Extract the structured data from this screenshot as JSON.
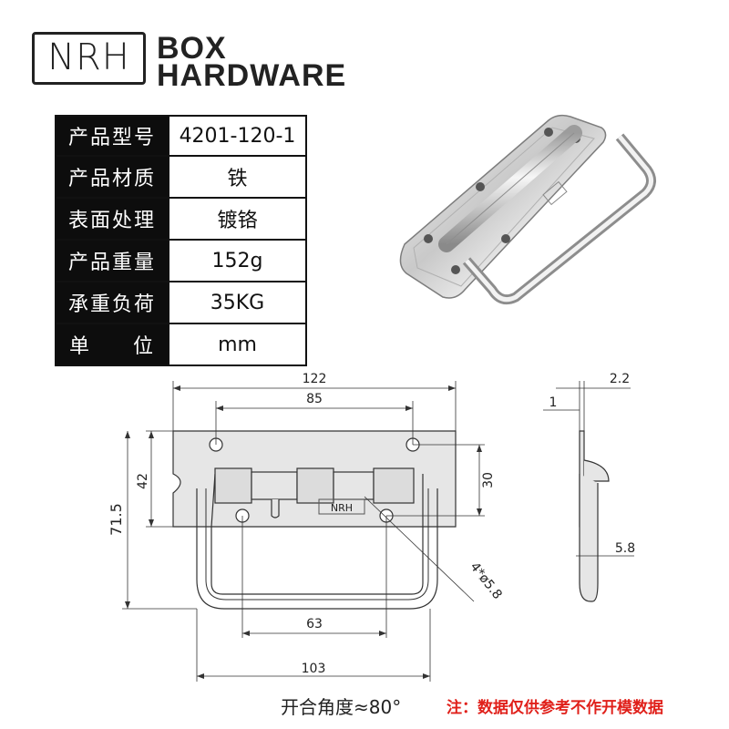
{
  "brand": {
    "logo": "NRH",
    "line1": "BOX",
    "line2": "HARDWARE"
  },
  "specs": [
    {
      "label": "产品型号",
      "value": "4201-120-1"
    },
    {
      "label": "产品材质",
      "value": "铁"
    },
    {
      "label": "表面处理",
      "value": "镀铬"
    },
    {
      "label": "产品重量",
      "value": "152g"
    },
    {
      "label": "承重负荷",
      "value": "35KG"
    },
    {
      "label": "单位",
      "label_left": "单",
      "label_right": "位",
      "value": "mm"
    }
  ],
  "dimensions": {
    "overall_width": "122",
    "hole_spacing_top": "85",
    "plate_height": "42",
    "total_height": "71.5",
    "hole_vertical": "30",
    "hole_callout": "4*ø5.8",
    "handle_inner": "63",
    "handle_outer": "103",
    "side_thickness": "2.2",
    "side_plate": "1",
    "side_rod": "5.8",
    "part_marking": "NRH"
  },
  "footer": {
    "angle_note": "开合角度≈80°",
    "disclaimer": "注：数据仅供参考不作开模数据"
  },
  "colors": {
    "label_bg": "#0d0d0d",
    "drawing_fill": "#e6e6e6",
    "disclaimer": "#e0201a"
  }
}
